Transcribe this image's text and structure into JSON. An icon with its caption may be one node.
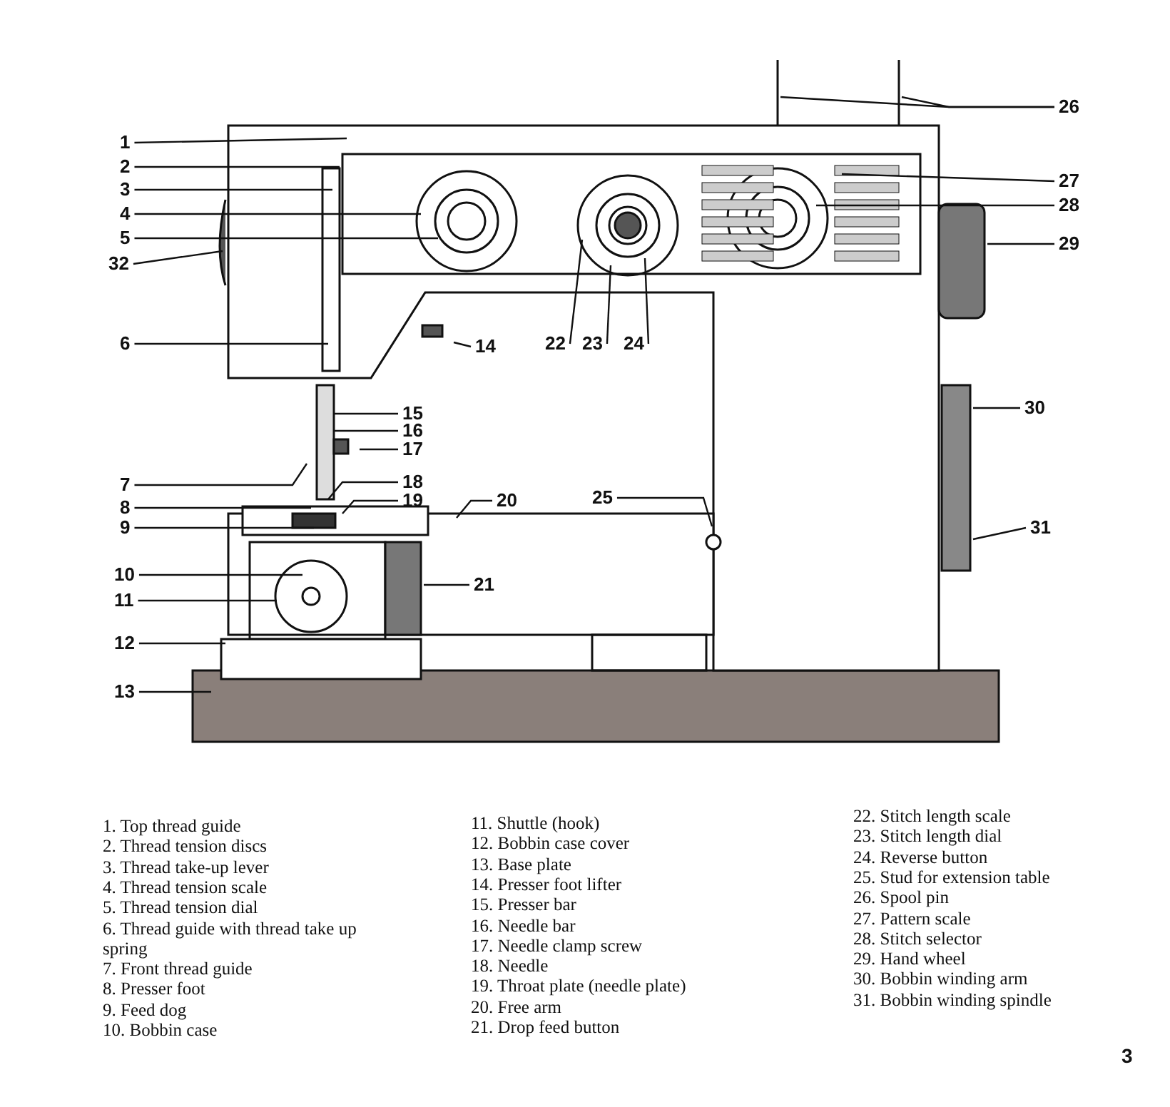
{
  "diagram": {
    "nodes": [
      {
        "text": [
          "1"
        ]
      },
      {
        "text": [
          "2"
        ]
      },
      {
        "text": [
          "3"
        ]
      },
      {
        "text": [
          "4"
        ]
      },
      {
        "text": [
          "5"
        ]
      },
      {
        "text": [
          "6"
        ]
      },
      {
        "text": [
          "7"
        ]
      },
      {
        "text": [
          "8"
        ]
      },
      {
        "text": [
          "9"
        ]
      },
      {
        "text": [
          "10"
        ]
      },
      {
        "text": [
          "11"
        ]
      },
      {
        "text": [
          "12"
        ]
      },
      {
        "text": [
          "13"
        ]
      },
      {
        "text": [
          "14"
        ]
      },
      {
        "text": [
          "15"
        ]
      },
      {
        "text": [
          "16"
        ]
      },
      {
        "text": [
          "17"
        ]
      },
      {
        "text": [
          "18"
        ]
      },
      {
        "text": [
          "19"
        ]
      },
      {
        "text": [
          "20"
        ]
      },
      {
        "text": [
          "21"
        ]
      },
      {
        "text": [
          "22"
        ]
      },
      {
        "text": [
          "23"
        ]
      },
      {
        "text": [
          "24"
        ]
      },
      {
        "text": [
          "25"
        ]
      },
      {
        "text": [
          "26"
        ]
      },
      {
        "text": [
          "27"
        ]
      },
      {
        "text": [
          "28"
        ]
      },
      {
        "text": [
          "29"
        ]
      },
      {
        "text": [
          "30"
        ]
      },
      {
        "text": [
          "31"
        ]
      },
      {
        "text": [
          "32"
        ]
      }
    ],
    "edges": [
      {
        "from": 0,
        "to": null,
        "arrow": "none"
      },
      {
        "from": 1,
        "to": null,
        "arrow": "none"
      },
      {
        "from": 2,
        "to": null,
        "arrow": "none"
      },
      {
        "from": 3,
        "to": null,
        "arrow": "none"
      },
      {
        "from": 4,
        "to": null,
        "arrow": "none"
      },
      {
        "from": 5,
        "to": null,
        "arrow": "none"
      },
      {
        "from": 6,
        "to": null,
        "arrow": "none"
      },
      {
        "from": 7,
        "to": null,
        "arrow": "none"
      },
      {
        "from": 8,
        "to": null,
        "arrow": "none"
      },
      {
        "from": 9,
        "to": null,
        "arrow": "none"
      },
      {
        "from": 10,
        "to": null,
        "arrow": "none"
      },
      {
        "from": 11,
        "to": null,
        "arrow": "none"
      },
      {
        "from": 12,
        "to": null,
        "arrow": "none"
      },
      {
        "from": 13,
        "to": null,
        "arrow": "none"
      },
      {
        "from": 14,
        "to": null,
        "arrow": "none"
      },
      {
        "from": 15,
        "to": null,
        "arrow": "none"
      },
      {
        "from": 16,
        "to": null,
        "arrow": "none"
      },
      {
        "from": 17,
        "to": null,
        "arrow": "none"
      },
      {
        "from": 18,
        "to": null,
        "arrow": "none"
      },
      {
        "from": 19,
        "to": null,
        "arrow": "none"
      },
      {
        "from": 20,
        "to": null,
        "arrow": "none"
      },
      {
        "from": 21,
        "to": null,
        "arrow": "none"
      },
      {
        "from": 22,
        "to": null,
        "arrow": "none"
      },
      {
        "from": 23,
        "to": null,
        "arrow": "none"
      },
      {
        "from": 24,
        "to": null,
        "arrow": "none"
      },
      {
        "from": 25,
        "to": null,
        "arrow": "none"
      },
      {
        "from": 25,
        "to": null,
        "arrow": "none"
      },
      {
        "from": 26,
        "to": null,
        "arrow": "none"
      },
      {
        "from": 27,
        "to": null,
        "arrow": "none"
      },
      {
        "from": 28,
        "to": null,
        "arrow": "none"
      },
      {
        "from": 29,
        "to": null,
        "arrow": "none"
      },
      {
        "from": 30,
        "to": null,
        "arrow": "none"
      },
      {
        "from": 31,
        "to": null,
        "arrow": "none"
      }
    ],
    "labels": [
      "1. Top thread guide",
      "2. Thread tension discs",
      "3. Thread take-up lever",
      "4. Thread tension scale",
      "5. Thread tension dial",
      "6. Thread guide with thread take up spring",
      "7. Front thread guide",
      "8. Presser foot",
      "9. Feed dog",
      "10. Bobbin case",
      "11. Shuttle (hook)",
      "12. Bobbin case cover",
      "13. Base plate",
      "14. Presser foot lifter",
      "15. Presser bar",
      "16. Needle bar",
      "17. Needle clamp screw",
      "18. Needle",
      "19. Throat plate (needle plate)",
      "20. Free arm",
      "21. Drop feed button",
      "22. Stitch length scale",
      "23. Stitch length dial",
      "24. Reverse button",
      "25. Stud for extension table",
      "26. Spool pin",
      "27. Pattern scale",
      "28. Stitch selector",
      "29. Hand wheel",
      "30. Bobbin winding arm",
      "31. Bobbin winding spindle",
      "3"
    ]
  }
}
